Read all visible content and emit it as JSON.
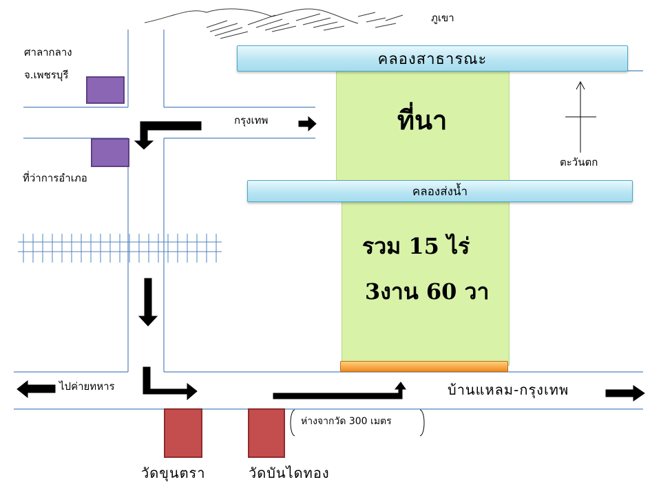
{
  "labels": {
    "mountain": "ภูเขา",
    "canal_public": "คลองสาธารณะ",
    "field_title": "ที่นา",
    "irrigation_canal": "คลองส่งน้ำ",
    "total_area_line1": "รวม 15  ไร่",
    "total_area_line2": "3งาน 60 วา",
    "bangkok": "กรุงเทพ",
    "west": "ตะวันตก",
    "court_line1": "ศาลากลาง",
    "court_line2": "จ.เพชรบุรี",
    "district_office": "ที่ว่าการอำเภอ",
    "to_army_camp": "ไปค่ายทหาร",
    "ban_laem_bangkok": "บ้านแหลม-กรุงเทพ",
    "distance_from_temple": "ห่างจากวัด  300 เมตร",
    "wat_khun_tra": "วัดขุนตรา",
    "wat_bandai_thong": "วัดบันไดทอง"
  },
  "colors": {
    "road_line": "#4f81bd",
    "canal_fill": "#b6e4f2",
    "field_fill": "#d8f2a8",
    "government_building": "#8a66b4",
    "temple_building": "#c44d4d",
    "base_bar": "#f39a2b"
  }
}
